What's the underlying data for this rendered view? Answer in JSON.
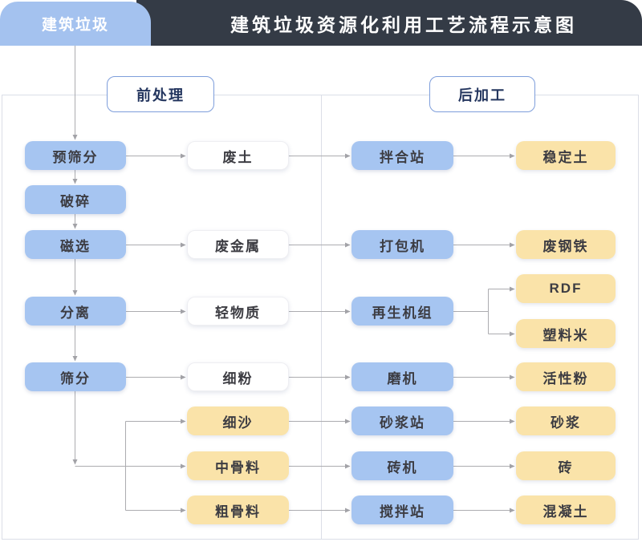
{
  "header": {
    "tab_label": "建筑垃圾",
    "title": "建筑垃圾资源化利用工艺流程示意图"
  },
  "sections": {
    "pre_label": "前处理",
    "post_label": "后加工"
  },
  "nodes": {
    "pre_screening": {
      "label": "预筛分",
      "type": "process-blue"
    },
    "crushing": {
      "label": "破碎",
      "type": "process-blue"
    },
    "magnetic_separation": {
      "label": "磁选",
      "type": "process-blue"
    },
    "separation": {
      "label": "分离",
      "type": "process-blue"
    },
    "screening": {
      "label": "筛分",
      "type": "process-blue"
    },
    "waste_soil": {
      "label": "废土",
      "type": "intermediate-white"
    },
    "scrap_metal": {
      "label": "废金属",
      "type": "intermediate-white"
    },
    "light_material": {
      "label": "轻物质",
      "type": "intermediate-white"
    },
    "fine_powder": {
      "label": "细粉",
      "type": "intermediate-white"
    },
    "fine_sand": {
      "label": "细沙",
      "type": "product-yellow"
    },
    "medium_aggregate": {
      "label": "中骨料",
      "type": "product-yellow"
    },
    "coarse_aggregate": {
      "label": "粗骨料",
      "type": "product-yellow"
    },
    "mixing_plant": {
      "label": "拌合站",
      "type": "machine-blue"
    },
    "baler": {
      "label": "打包机",
      "type": "machine-blue"
    },
    "regeneration_unit": {
      "label": "再生机组",
      "type": "machine-blue"
    },
    "mill": {
      "label": "磨机",
      "type": "machine-blue"
    },
    "mortar_station": {
      "label": "砂浆站",
      "type": "machine-blue"
    },
    "brick_machine": {
      "label": "砖机",
      "type": "machine-blue"
    },
    "concrete_mixing_station": {
      "label": "搅拌站",
      "type": "machine-blue"
    },
    "stabilized_soil": {
      "label": "稳定土",
      "type": "product-yellow"
    },
    "scrap_steel": {
      "label": "废钢铁",
      "type": "product-yellow"
    },
    "rdf": {
      "label": "RDF",
      "type": "product-yellow"
    },
    "plastic_pellets": {
      "label": "塑料米",
      "type": "product-yellow"
    },
    "active_powder": {
      "label": "活性粉",
      "type": "product-yellow"
    },
    "mortar": {
      "label": "砂浆",
      "type": "product-yellow"
    },
    "brick": {
      "label": "砖",
      "type": "product-yellow"
    },
    "concrete": {
      "label": "混凝土",
      "type": "product-yellow"
    }
  },
  "colors": {
    "header_bar": "#343B46",
    "tab_fill": "#A4C2EF",
    "blue_node_fill": "#A6C5F1",
    "yellow_node_fill": "#FAE3A9",
    "white_node_fill": "#FFFFFF",
    "section_border": "#7E9EDB",
    "section_text": "#24365F",
    "node_text": "#3C3C42",
    "arrow_gray": "#ACACB0",
    "panel_border": "#DBDEE7"
  }
}
